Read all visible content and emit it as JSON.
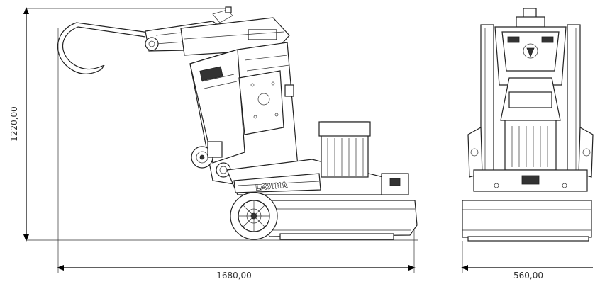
{
  "dimensions": {
    "height": "1220,00",
    "length": "1680,00",
    "width": "560,00"
  },
  "logo": "LAVINA",
  "colors": {
    "line": "#222222",
    "background": "#ffffff"
  }
}
